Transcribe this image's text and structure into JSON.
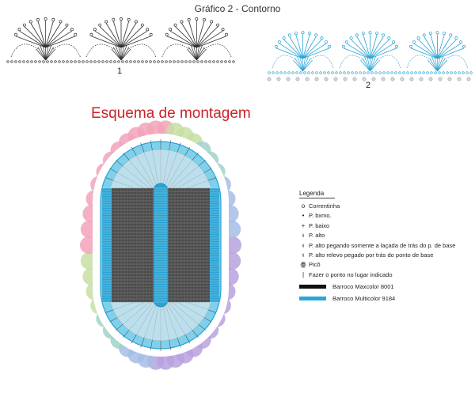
{
  "header": {
    "title": "Gráfico 2 - Contorno"
  },
  "charts": {
    "label_1": "1",
    "label_2": "2"
  },
  "schema": {
    "title": "Esquema de montagem"
  },
  "legend": {
    "heading": "Legenda",
    "items": [
      {
        "icon": "chain-stitch-icon",
        "symbol": "o",
        "label": "Correntinha"
      },
      {
        "icon": "slip-stitch-icon",
        "symbol": "•",
        "label": "P. bxmo."
      },
      {
        "icon": "single-crochet-icon",
        "symbol": "+",
        "label": "P. baixo"
      },
      {
        "icon": "double-crochet-icon",
        "symbol": "ᵼ",
        "label": "P. alto"
      },
      {
        "icon": "double-crochet-back-loop-icon",
        "symbol": "ᵼ",
        "label": "P. alto pegando somente a laçada de trás do p. de base"
      },
      {
        "icon": "double-crochet-back-post-icon",
        "symbol": "ᵼ",
        "label": "P. alto relevo pegado por trás do ponto de base"
      },
      {
        "icon": "picot-icon",
        "symbol": "ꙮ",
        "label": "Picô"
      },
      {
        "icon": "arrow-line-icon",
        "symbol": "|",
        "label": "Fazer o ponto no lugar indicado"
      }
    ],
    "yarns": [
      {
        "label": "Barroco Maxcolor 8001",
        "color": "#111111"
      },
      {
        "label": "Barroco Multicolor 9184",
        "color": "#29a8d6"
      }
    ]
  },
  "colors": {
    "accent_title": "#c8242b",
    "blue_chart": "#2aa3d3",
    "scallop_palette": [
      "#e57fa3",
      "#f2a3b9",
      "#c7dfa3",
      "#9fd3c9",
      "#a5bde6",
      "#b7a2de",
      "#e3a6d3"
    ]
  }
}
